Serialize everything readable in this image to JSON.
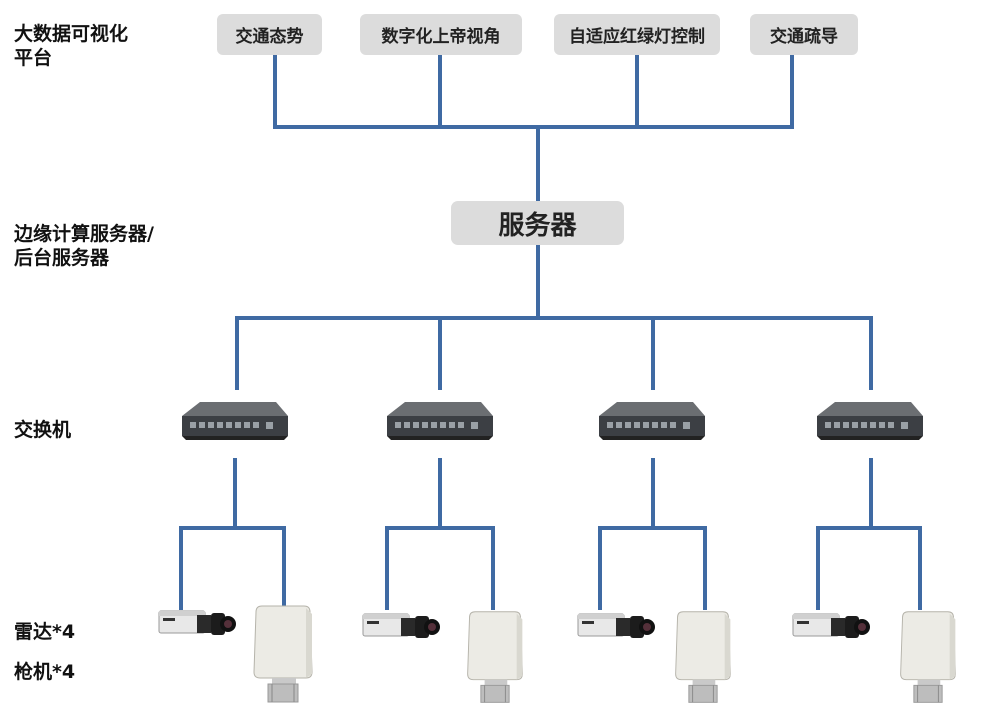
{
  "layers": {
    "platform": "大数据可视化平台",
    "edge": "边缘计算服务器/后台服务器",
    "switch": "交换机",
    "devices_line1": "雷达*4",
    "devices_line2": "枪机*4"
  },
  "apps": [
    {
      "label": "交通态势"
    },
    {
      "label": "数字化上帝视角"
    },
    {
      "label": "自适应红绿灯控制"
    },
    {
      "label": "交通疏导"
    }
  ],
  "server": {
    "label": "服务器"
  },
  "colors": {
    "wire": "#3f6aa3",
    "box": "#dcdcdc",
    "switch_body": "#4a4d52"
  },
  "icons": {
    "switch": "network-switch-icon",
    "camera": "bullet-camera-icon",
    "radar": "radar-sensor-icon"
  },
  "counts": {
    "switches": 4,
    "cameras": 4,
    "radars": 4
  }
}
